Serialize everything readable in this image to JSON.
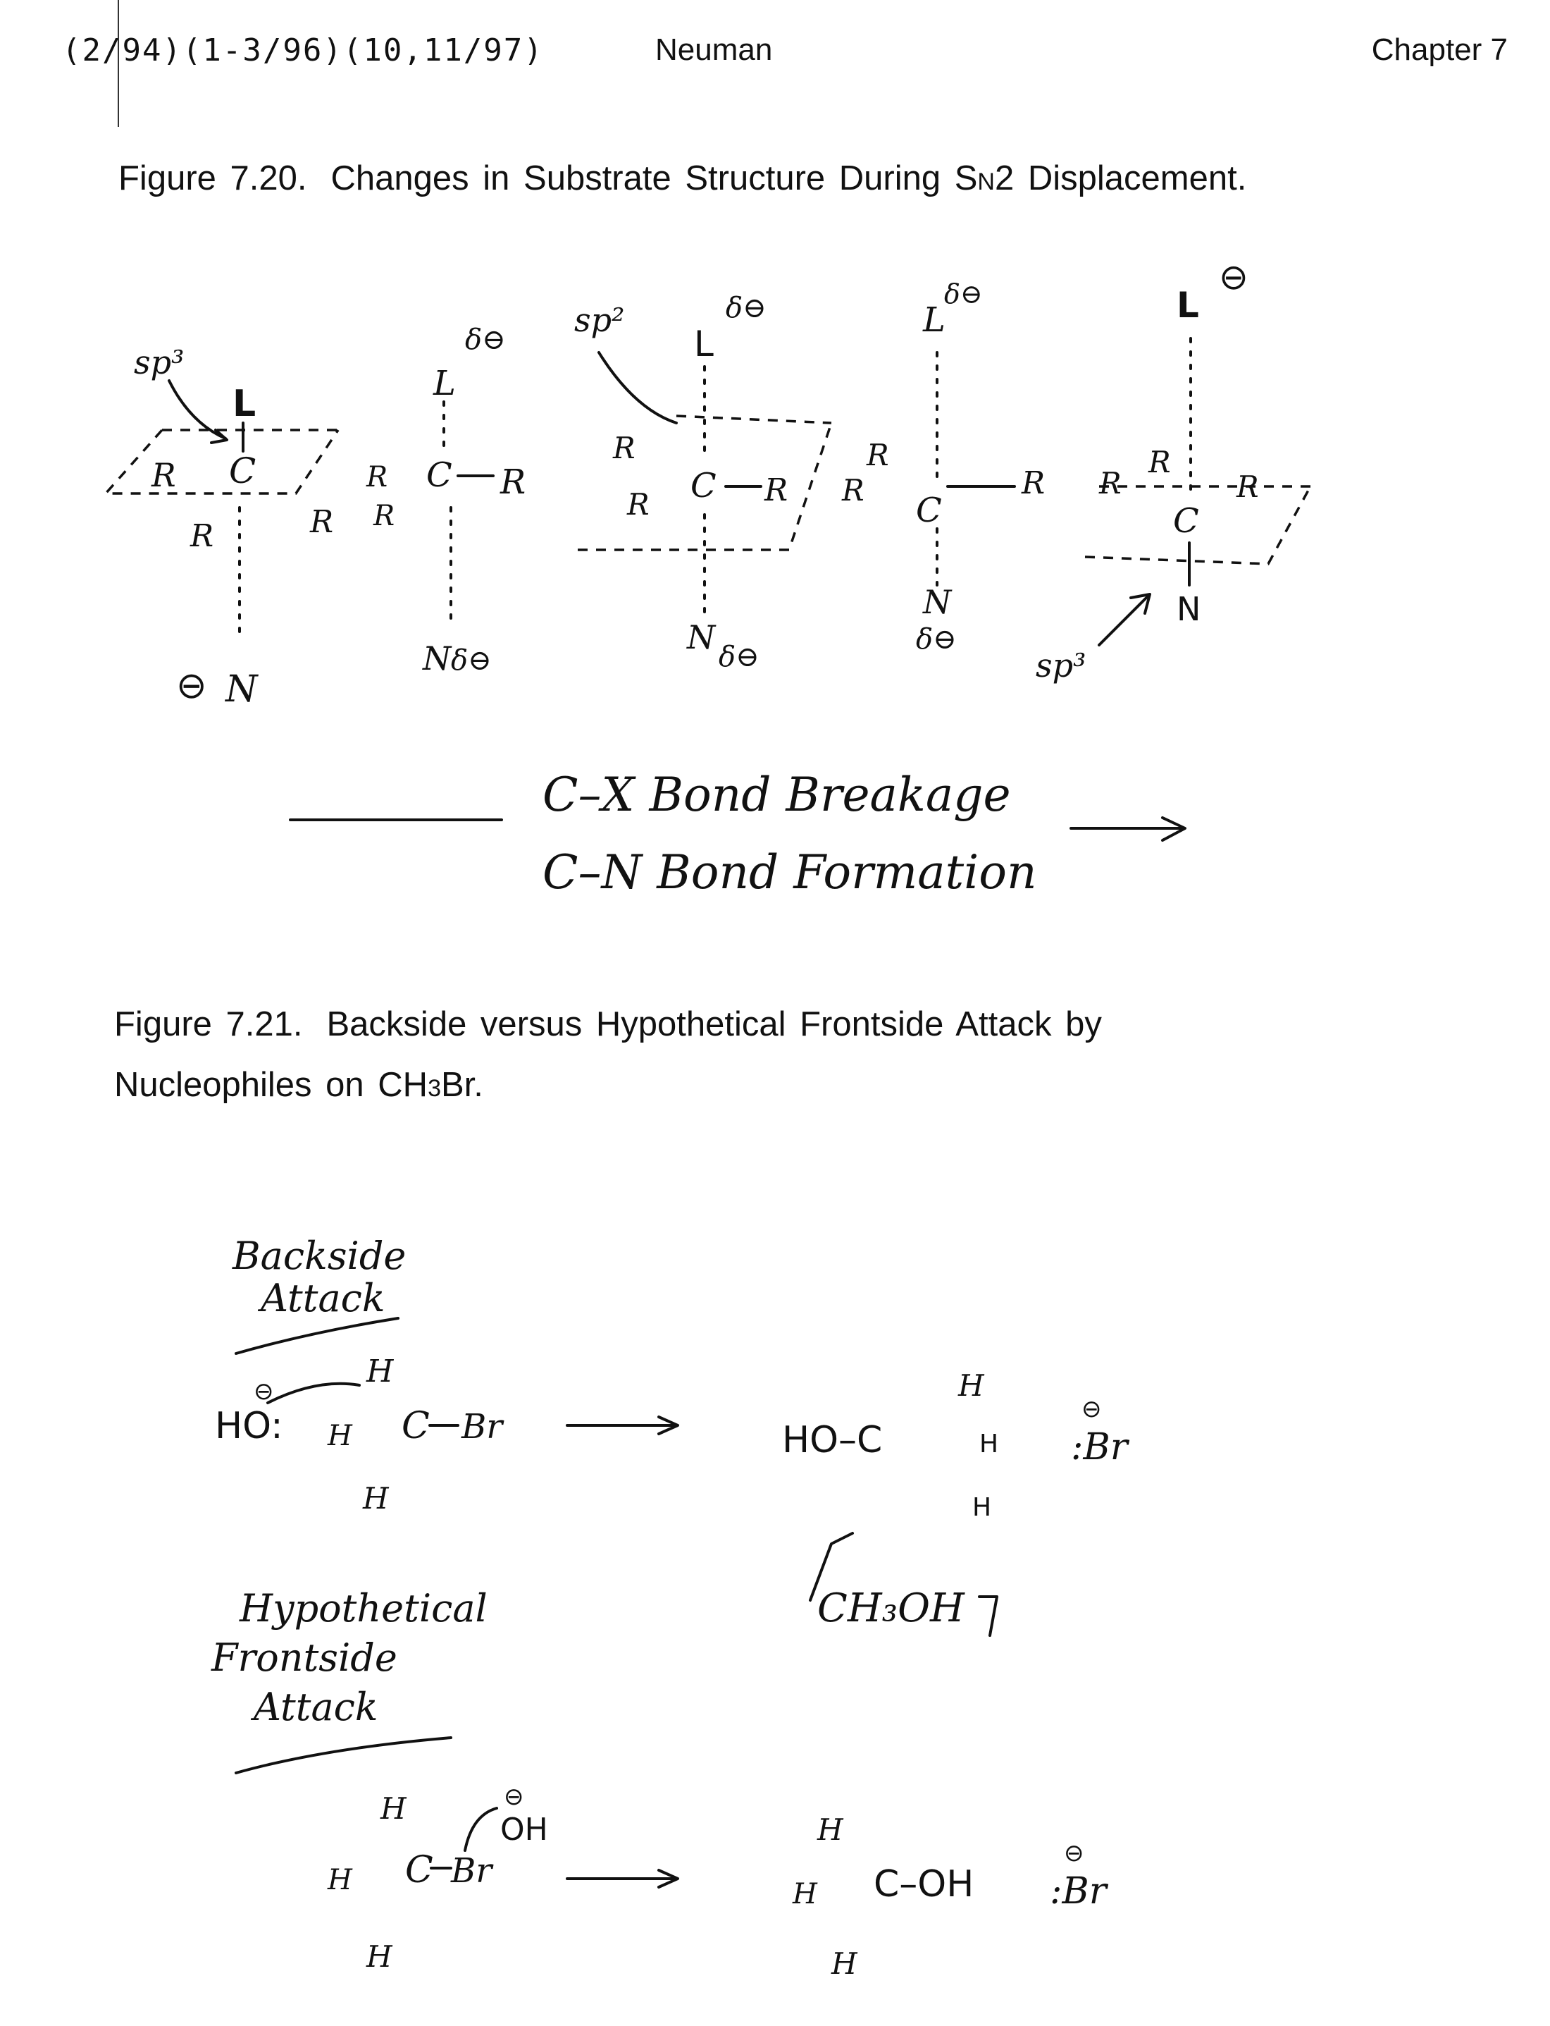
{
  "header": {
    "dates": "(2/94)(1-3/96)(10,11/97)",
    "author": "Neuman",
    "chapter": "Chapter 7"
  },
  "figure_7_20": {
    "number": "Figure 7.20.",
    "title_a": "Changes in Substrate Structure During S",
    "title_sub": "N",
    "title_b": "2 Displacement.",
    "labels": {
      "sp3_left": "sp³",
      "sp2": "sp²",
      "sp3_right": "sp³",
      "leaving_group": "L",
      "nucleophile": "N",
      "substituent": "R",
      "carbon": "C",
      "partial_charge": "δ⊖",
      "full_charge": "⊖"
    },
    "annotation_line1": "C–X Bond Breakage",
    "annotation_line2": "C–N Bond Formation"
  },
  "figure_7_21": {
    "number": "Figure 7.21.",
    "title_a": "Backside versus Hypothetical Frontside Attack by",
    "title_b": "Nucleophiles on CH",
    "title_sub": "3",
    "title_c": "Br.",
    "backside_label_1": "Backside",
    "backside_label_2": "Attack",
    "frontside_label_1": "Hypothetical",
    "frontside_label_2": "Frontside",
    "frontside_label_3": "Attack",
    "hydroxide": "HO:",
    "hydroxide_charge": "⊖",
    "hydrogen": "H",
    "carbon": "C",
    "bromine": "Br",
    "product_backside": "HO–C",
    "bromide": ":Br",
    "bromide_charge": "⊖",
    "methanol": "CH₃OH",
    "oh_group": "OH",
    "product_frontside": "C–OH"
  }
}
